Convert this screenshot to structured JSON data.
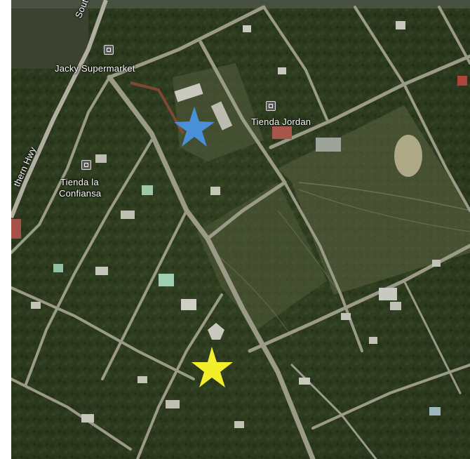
{
  "map": {
    "roads": {
      "highway_top": "Southe",
      "highway_side": "thern Hwy"
    },
    "places": [
      {
        "name": "Jacky Supermarket"
      },
      {
        "name": "Tienda Jordan"
      },
      {
        "name_line1": "Tienda la",
        "name_line2": "Confiansa"
      }
    ],
    "markers": [
      {
        "name": "blue-star",
        "color": "#4a90d9"
      },
      {
        "name": "yellow-star",
        "color": "#f2ef2a"
      }
    ],
    "colors": {
      "vegetation": "#2f3d1f",
      "dirt_road": "#9a9a86",
      "highway": "#b0aea0",
      "page_accent": "#c0283a"
    }
  }
}
